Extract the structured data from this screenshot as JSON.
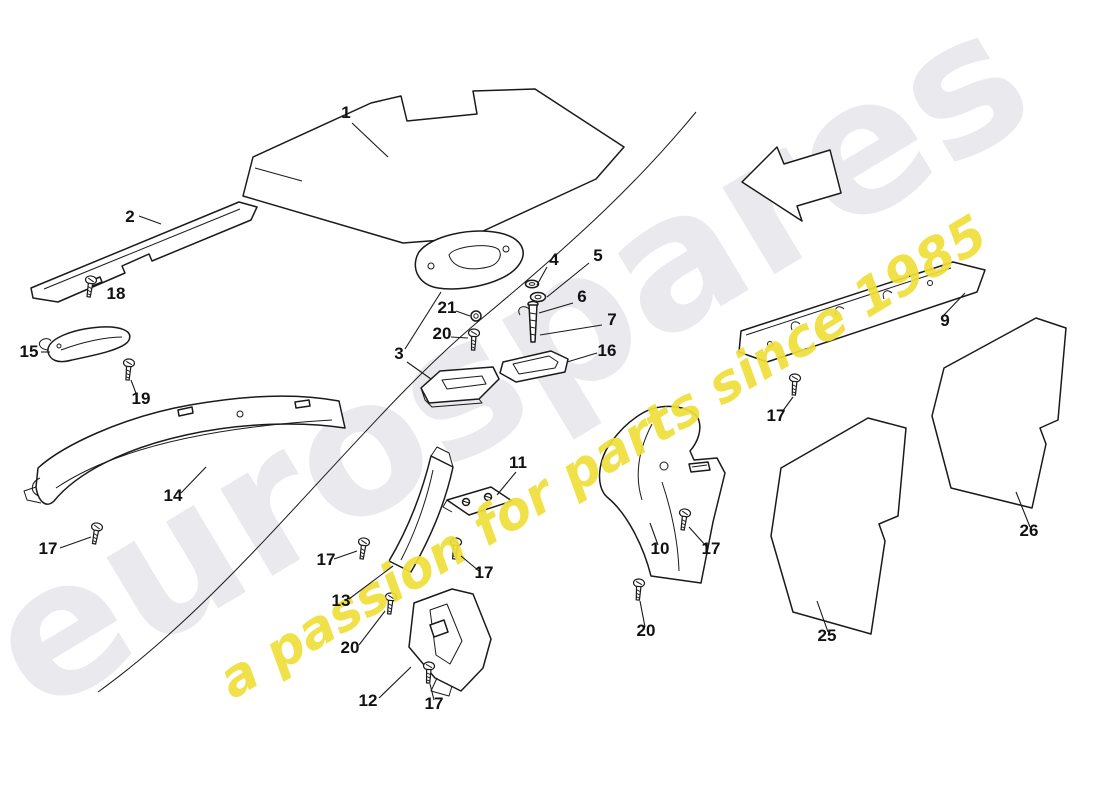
{
  "watermark": {
    "brand": "eurospares",
    "tagline": "a passion for parts since 1985",
    "brand_color": "#e9e9ee",
    "tagline_color": "#f0df3a"
  },
  "callouts": [
    {
      "label": "1"
    },
    {
      "label": "2"
    },
    {
      "label": "18"
    },
    {
      "label": "15"
    },
    {
      "label": "19"
    },
    {
      "label": "3"
    },
    {
      "label": "4"
    },
    {
      "label": "5"
    },
    {
      "label": "6"
    },
    {
      "label": "7"
    },
    {
      "label": "21"
    },
    {
      "label": "20"
    },
    {
      "label": "16"
    },
    {
      "label": "9"
    },
    {
      "label": "17"
    },
    {
      "label": "14"
    },
    {
      "label": "17"
    },
    {
      "label": "13"
    },
    {
      "label": "17"
    },
    {
      "label": "11"
    },
    {
      "label": "17"
    },
    {
      "label": "10"
    },
    {
      "label": "17"
    },
    {
      "label": "20"
    },
    {
      "label": "12"
    },
    {
      "label": "20"
    },
    {
      "label": "17"
    },
    {
      "label": "25"
    },
    {
      "label": "26"
    }
  ]
}
